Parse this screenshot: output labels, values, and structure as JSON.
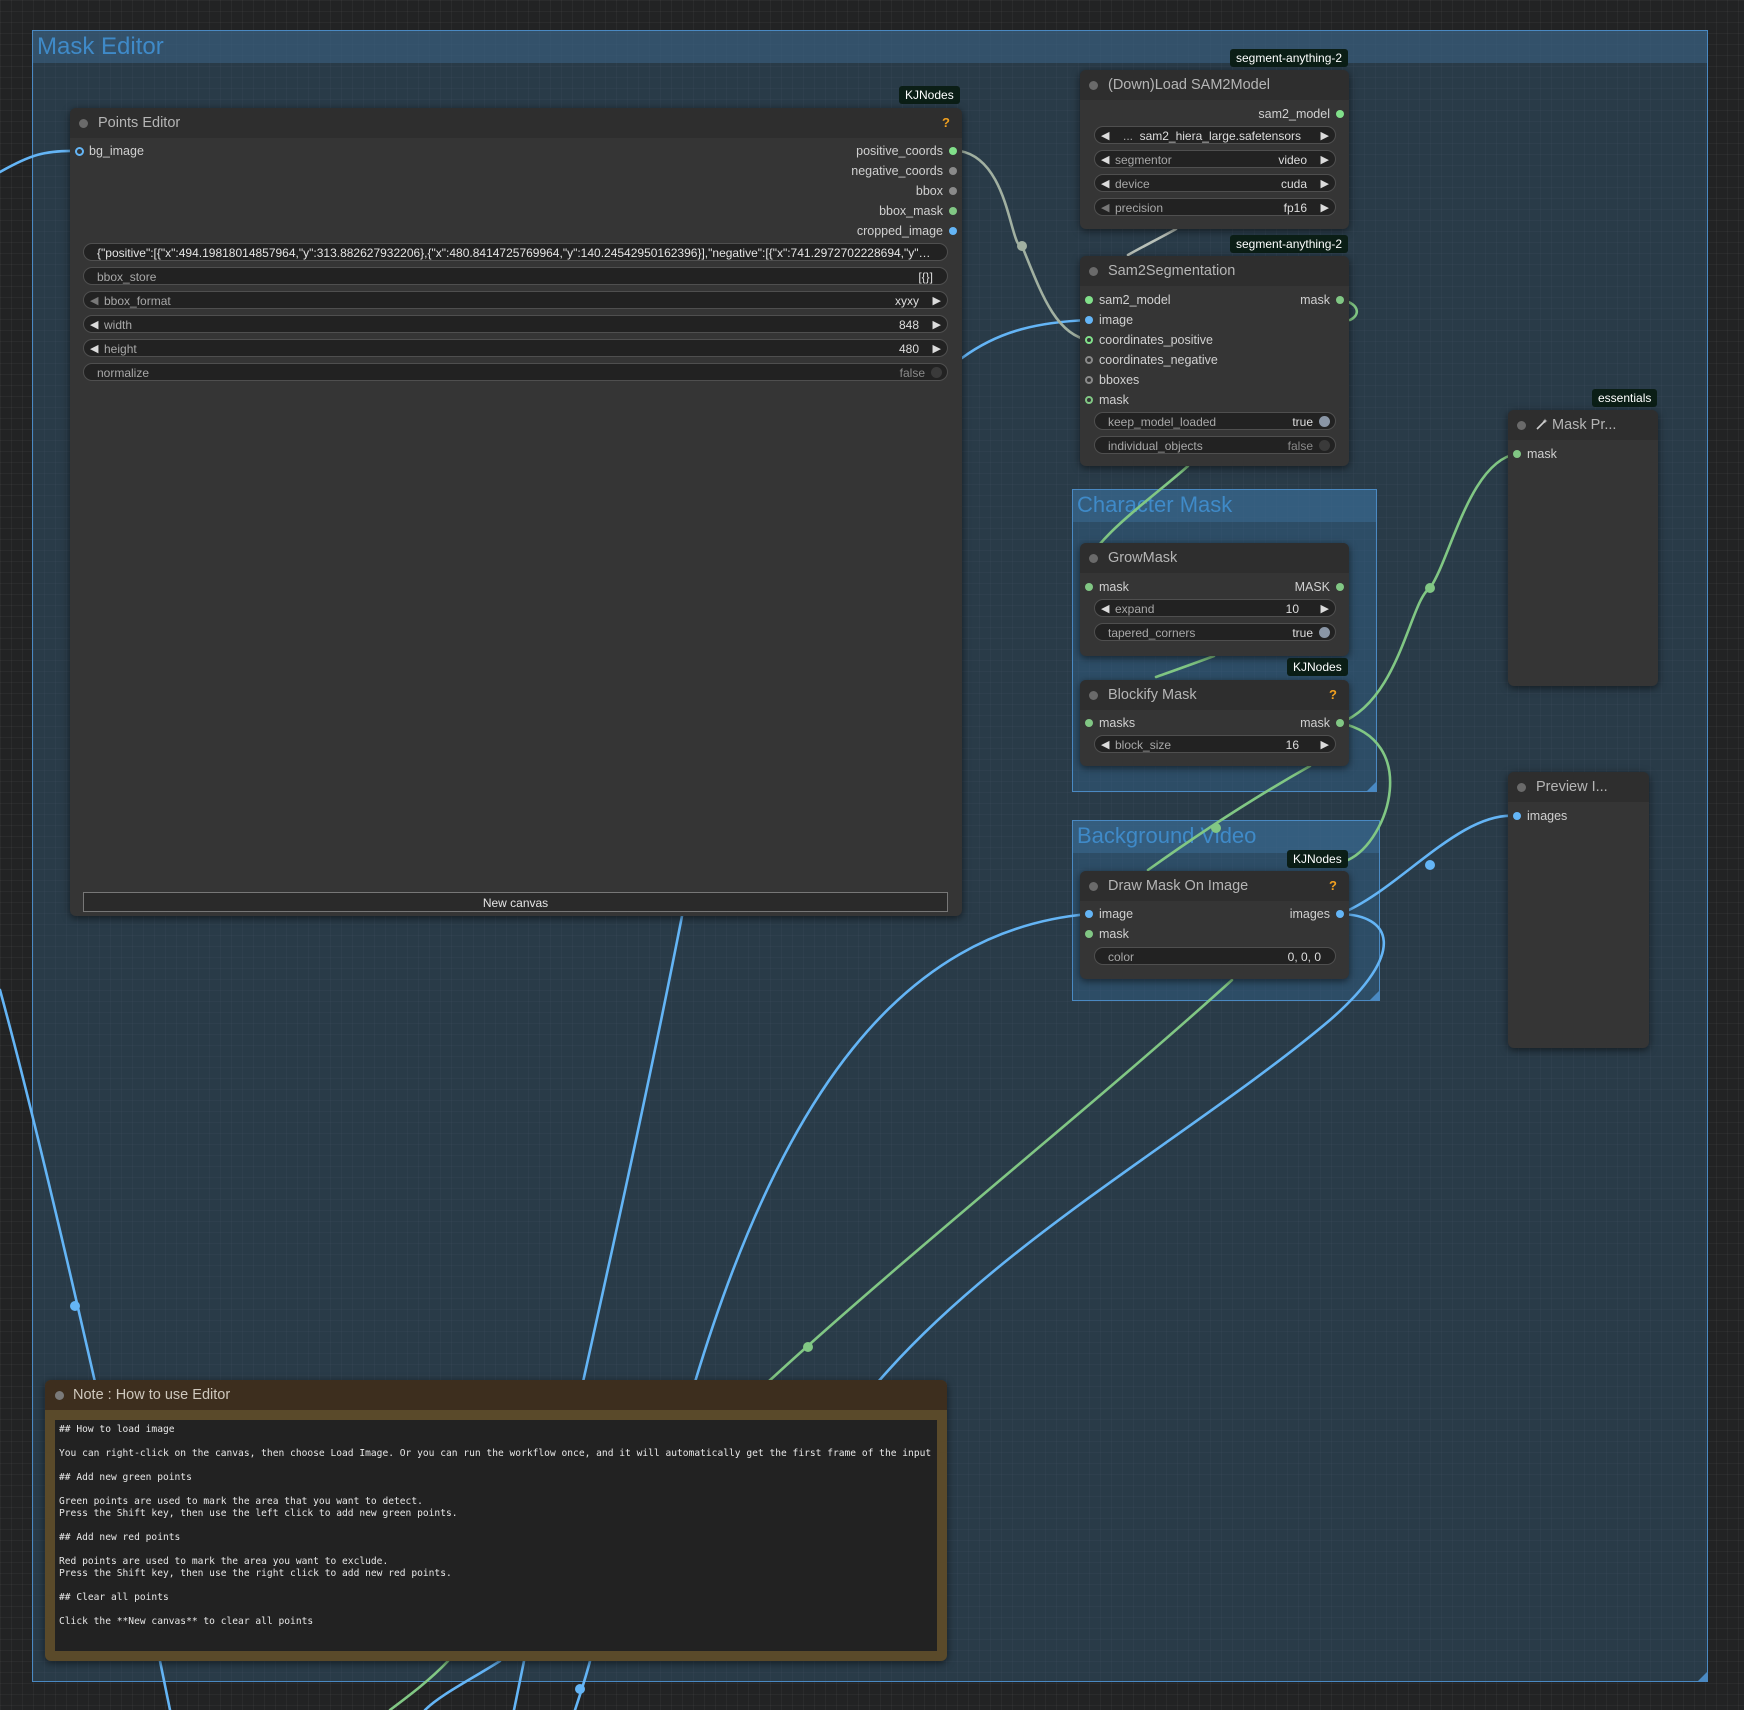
{
  "colors": {
    "canvas_bg": "#222324",
    "group_fill": "#2b3f52",
    "group_border": "#4a89c2",
    "group_title": "#3f8ac8",
    "node_body": "#353535",
    "node_header": "#2e2e2e",
    "link_image": "#64b5f6",
    "link_mask": "#81c784",
    "link_coords": "#a1b0a1",
    "badge_bg": "#0b1e16",
    "note_frame": "#5a4a2a"
  },
  "groups": {
    "mask_editor": "Mask Editor",
    "character_mask": "Character Mask",
    "background_video": "Background Video"
  },
  "points_editor": {
    "badge": "KJNodes",
    "title": "Points Editor",
    "help": "?",
    "inputs": [
      "bg_image"
    ],
    "outputs": [
      "positive_coords",
      "negative_coords",
      "bbox",
      "bbox_mask",
      "cropped_image"
    ],
    "points_store": "{\"positive\":[{\"x\":494.19818014857964,\"y\":313.882627932206},{\"x\":480.8414725769964,\"y\":140.24542950162396}],\"negative\":[{\"x\":741.2972702228694,\"y\" ...",
    "bbox_store_label": "bbox_store",
    "bbox_store_value": "[{}]",
    "bbox_format_label": "bbox_format",
    "bbox_format_value": "xyxy",
    "width_label": "width",
    "width_value": "848",
    "height_label": "height",
    "height_value": "480",
    "normalize_label": "normalize",
    "normalize_value": "false",
    "new_canvas": "New canvas"
  },
  "load_sam2": {
    "badge": "segment-anything-2",
    "title": "(Down)Load SAM2Model",
    "output": "sam2_model",
    "model_prefix": "...",
    "model_value": "sam2_hiera_large.safetensors",
    "segmentor_label": "segmentor",
    "segmentor_value": "video",
    "device_label": "device",
    "device_value": "cuda",
    "precision_label": "precision",
    "precision_value": "fp16"
  },
  "sam2_seg": {
    "badge": "segment-anything-2",
    "title": "Sam2Segmentation",
    "inputs": [
      "sam2_model",
      "image",
      "coordinates_positive",
      "coordinates_negative",
      "bboxes",
      "mask"
    ],
    "output": "mask",
    "keep_label": "keep_model_loaded",
    "keep_value": "true",
    "indiv_label": "individual_objects",
    "indiv_value": "false"
  },
  "grow_mask": {
    "title": "GrowMask",
    "input": "mask",
    "output": "MASK",
    "expand_label": "expand",
    "expand_value": "10",
    "tapered_label": "tapered_corners",
    "tapered_value": "true"
  },
  "blockify": {
    "badge": "KJNodes",
    "title": "Blockify Mask",
    "help": "?",
    "input": "masks",
    "output": "mask",
    "block_label": "block_size",
    "block_value": "16"
  },
  "draw_mask": {
    "badge": "KJNodes",
    "title": "Draw Mask On Image",
    "help": "?",
    "inputs": [
      "image",
      "mask"
    ],
    "output": "images",
    "color_label": "color",
    "color_value": "0, 0, 0"
  },
  "mask_preview": {
    "badge": "essentials",
    "title": "Mask Pr...",
    "icon": "wand-icon",
    "input": "mask"
  },
  "preview_image": {
    "title": "Preview I...",
    "input": "images"
  },
  "note": {
    "title": "Note : How to use Editor",
    "text": "## How to load image\n\nYou can right-click on the canvas, then choose Load Image. Or you can run the workflow once, and it will automatically get the first frame of the input video.\n\n## Add new green points\n\nGreen points are used to mark the area that you want to detect.\nPress the Shift key, then use the left click to add new green points.\n\n## Add new red points\n\nRed points are used to mark the area you want to exclude.\nPress the Shift key, then use the right click to add new red points.\n\n## Clear all points\n\nClick the **New canvas** to clear all points"
  }
}
